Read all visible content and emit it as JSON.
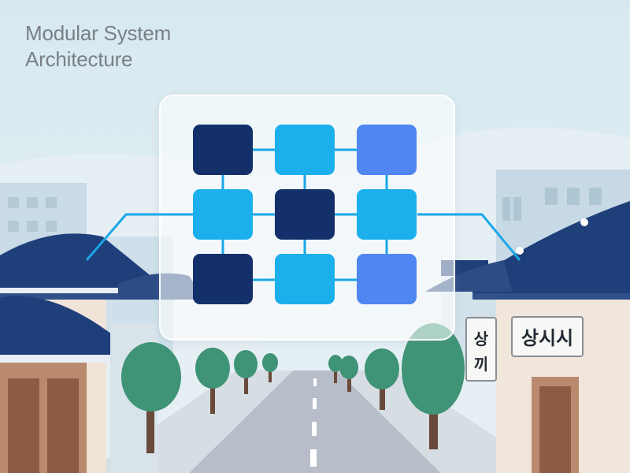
{
  "title": {
    "line1": "Modular System",
    "line2": "Architecture"
  },
  "signs": {
    "vertical_top": "상",
    "vertical_bottom": "끼",
    "horizontal": "상시시"
  },
  "colors": {
    "sky": "#dbeaf0",
    "dark_module": "#13306b",
    "light_module": "#1bb0ec",
    "medium_module": "#4f86f2",
    "connector": "#1aa7e8",
    "roof": "#1f3f7a",
    "tree": "#3f9377",
    "road": "#b6bcc7"
  },
  "modules": [
    [
      "dark",
      "light",
      "medium"
    ],
    [
      "light",
      "dark",
      "light"
    ],
    [
      "dark",
      "light",
      "medium"
    ]
  ],
  "icons": [
    "hanok-roof-icon",
    "tree-icon",
    "road-icon",
    "module-grid-icon"
  ]
}
